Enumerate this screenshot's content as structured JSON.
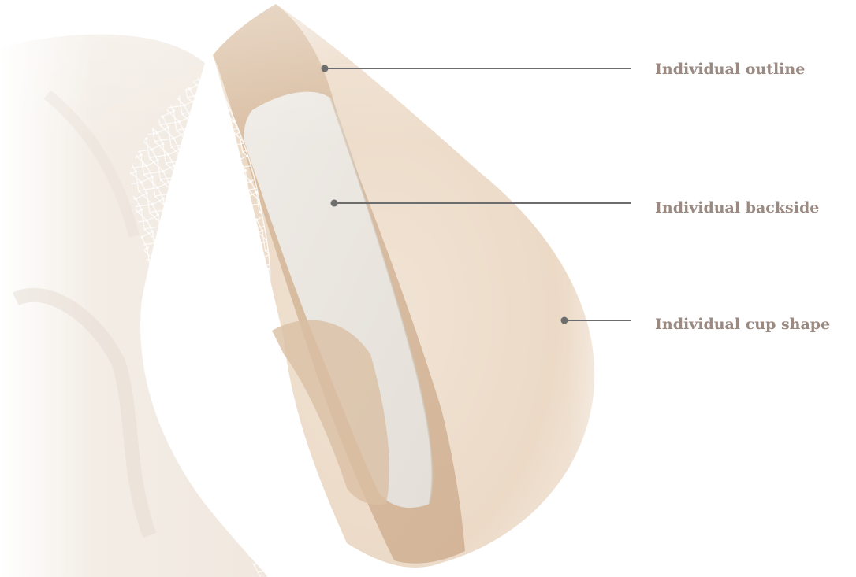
{
  "callouts": [
    {
      "label": "Individual outline"
    },
    {
      "label": "Individual backside"
    },
    {
      "label": "Individual cup shape"
    }
  ],
  "colors": {
    "label_text": "#9a8a82",
    "leader_line": "#6d6d6d",
    "prosthesis": "#ead8c6",
    "prosthesis_rim": "#d6b89c",
    "backside": "#ebe7e1",
    "mesh": "#ffffff",
    "body": "#f3ece4"
  }
}
